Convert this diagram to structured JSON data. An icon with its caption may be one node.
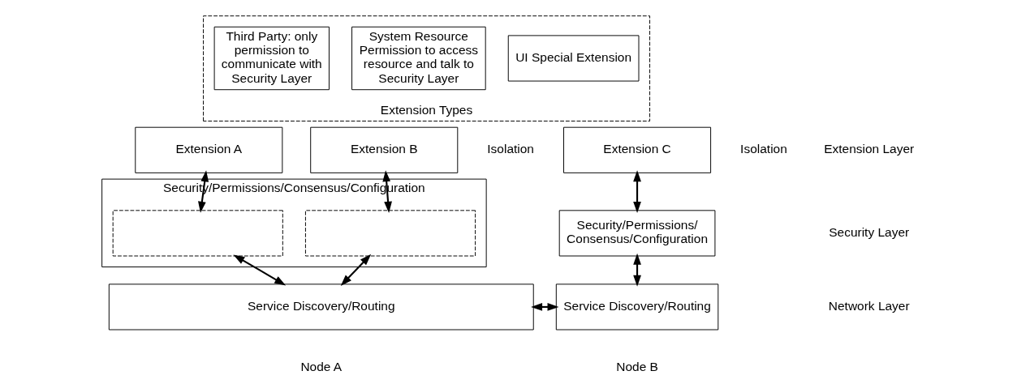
{
  "diagram": {
    "nodes": [
      {
        "text": [
          "Extension Types"
        ]
      },
      {
        "text": [
          "Third Party: only permission to communicate with Security Layer"
        ],
        "in": 0
      },
      {
        "text": [
          "System Resource Permission to access resource and talk to Security Layer"
        ],
        "in": 0
      },
      {
        "text": [
          "UI Special Extension"
        ],
        "in": 0
      },
      {
        "text": [
          "Extension A"
        ]
      },
      {
        "text": [
          "Extension B"
        ]
      },
      {
        "text": [
          "Security/Permissions/Consensus/Configuration"
        ]
      },
      {
        "text": [],
        "shape": "box",
        "in": 6
      },
      {
        "text": [],
        "shape": "box",
        "in": 6
      },
      {
        "text": [
          "Service Discovery/Routing"
        ]
      },
      {
        "text": [
          "Extension C"
        ]
      },
      {
        "text": [
          "Security/Permissions/ Consensus/Configuration"
        ]
      },
      {
        "text": [
          "Service Discovery/Routing"
        ]
      }
    ],
    "edges": [
      {
        "from": 4,
        "to": 7,
        "arrow": "both"
      },
      {
        "from": 7,
        "to": 9,
        "arrow": "both"
      },
      {
        "from": 5,
        "to": 8,
        "arrow": "both"
      },
      {
        "from": 8,
        "to": 9,
        "arrow": "both"
      },
      {
        "from": 10,
        "to": 11,
        "arrow": "both"
      },
      {
        "from": 11,
        "to": 12,
        "arrow": "both"
      },
      {
        "from": 9,
        "to": 12,
        "arrow": "both"
      }
    ],
    "labels": [
      "Extension Layer",
      "Security Layer",
      "Network Layer",
      "Isolation",
      "Isolation",
      "Node A",
      "Node B"
    ]
  }
}
